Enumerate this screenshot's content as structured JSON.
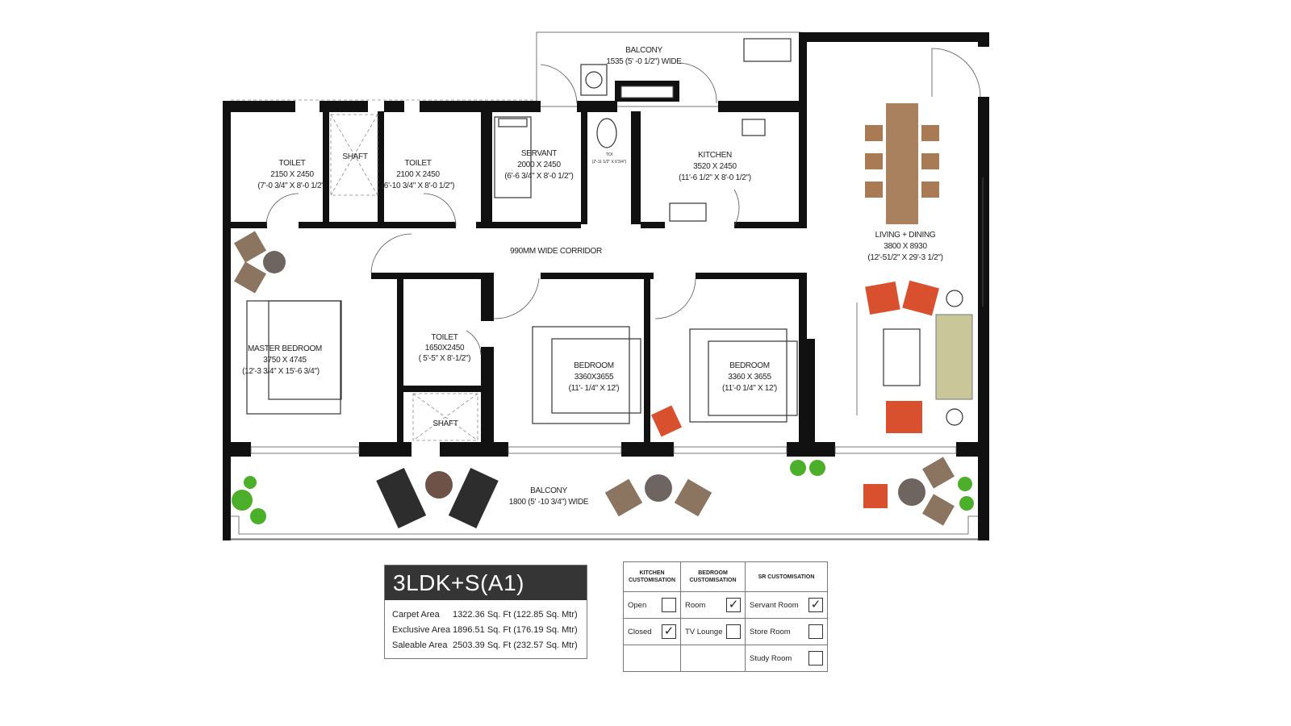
{
  "rooms": {
    "balcony_top": {
      "name": "BALCONY",
      "dims": "1535 (5' -0 1/2\") WIDE"
    },
    "toilet_1": {
      "name": "TOILET",
      "dims": "2150 X 2450",
      "imperial": "(7'-0 3/4\" X 8'-0 1/2\")"
    },
    "shaft_1": {
      "name": "SHAFT"
    },
    "toilet_2": {
      "name": "TOILET",
      "dims": "2100 X 2450",
      "imperial": "(6'-10 3/4\" X 8'-0 1/2\")"
    },
    "servant": {
      "name": "SERVANT",
      "dims": "2000 X 2450",
      "imperial": "(6'-6 3/4\" X 8'-0 1/2\")"
    },
    "toi": {
      "name": "TOI",
      "imperial": "(2'-11 1/2\" X 6'3/4\")"
    },
    "kitchen": {
      "name": "KITCHEN",
      "dims": "3520 X 2450",
      "imperial": "(11'-6 1/2\" X 8'-0 1/2\")"
    },
    "corridor": {
      "name": "990MM WIDE CORRIDOR"
    },
    "living_dining": {
      "name": "LIVING + DINING",
      "dims": "3800 X 8930",
      "imperial": "(12'-51/2\" X 29'-3 1/2\")"
    },
    "master_bedroom": {
      "name": "MASTER BEDROOM",
      "dims": "3750 X 4745",
      "imperial": "(12'-3 3/4\" X 15'-6 3/4\")"
    },
    "toilet_3": {
      "name": "TOILET",
      "dims": "1650X2450",
      "imperial": "( 5'-5\" X 8'-1/2\")"
    },
    "shaft_2": {
      "name": "SHAFT"
    },
    "bedroom_2": {
      "name": "BEDROOM",
      "dims": "3360X3655",
      "imperial": "(11'- 1/4\" X 12')"
    },
    "bedroom_3": {
      "name": "BEDROOM",
      "dims": "3360 X 3655",
      "imperial": "(11'-0 1/4\" X 12')"
    },
    "balcony_bottom": {
      "name": "BALCONY",
      "dims": "1800 (5' -10 3/4\") WIDE"
    }
  },
  "unit": {
    "title": "3LDK+S(A1)",
    "areas": [
      {
        "label": "Carpet Area",
        "value": "1322.36 Sq. Ft (122.85 Sq. Mtr)"
      },
      {
        "label": "Exclusive Area",
        "value": "1896.51 Sq. Ft (176.19 Sq. Mtr)"
      },
      {
        "label": "Saleable Area",
        "value": "2503.39 Sq. Ft (232.57 Sq. Mtr)"
      }
    ]
  },
  "customisation": {
    "headers": [
      "KITCHEN CUSTOMISATION",
      "BEDROOM CUSTOMISATION",
      "SR CUSTOMISATION"
    ],
    "kitchen": [
      {
        "label": "Open",
        "checked": false
      },
      {
        "label": "Closed",
        "checked": true
      }
    ],
    "bedroom": [
      {
        "label": "Room",
        "checked": true
      },
      {
        "label": "TV Lounge",
        "checked": false
      }
    ],
    "sr": [
      {
        "label": "Servant Room",
        "checked": true
      },
      {
        "label": "Store  Room",
        "checked": false
      },
      {
        "label": "Study Room",
        "checked": false
      }
    ],
    "check_mark": "✓"
  },
  "colors": {
    "wall": "#111111",
    "sofa_accent": "#d9502e",
    "plant": "#4caf2a",
    "wood": "#9b6b43"
  }
}
